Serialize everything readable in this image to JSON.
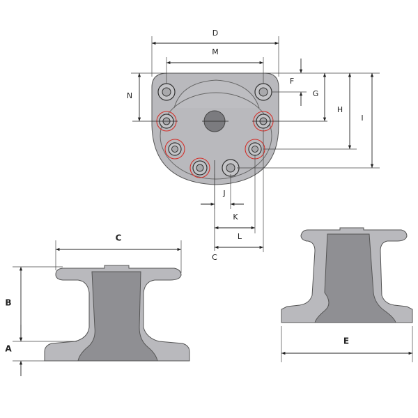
{
  "drawing": {
    "labels": {
      "D": "D",
      "M": "M",
      "N": "N",
      "F": "F",
      "G": "G",
      "H": "H",
      "I": "I",
      "J": "J",
      "K": "K",
      "L": "L",
      "C_top": "C",
      "C_side": "C",
      "B": "B",
      "A": "A",
      "E": "E"
    }
  }
}
